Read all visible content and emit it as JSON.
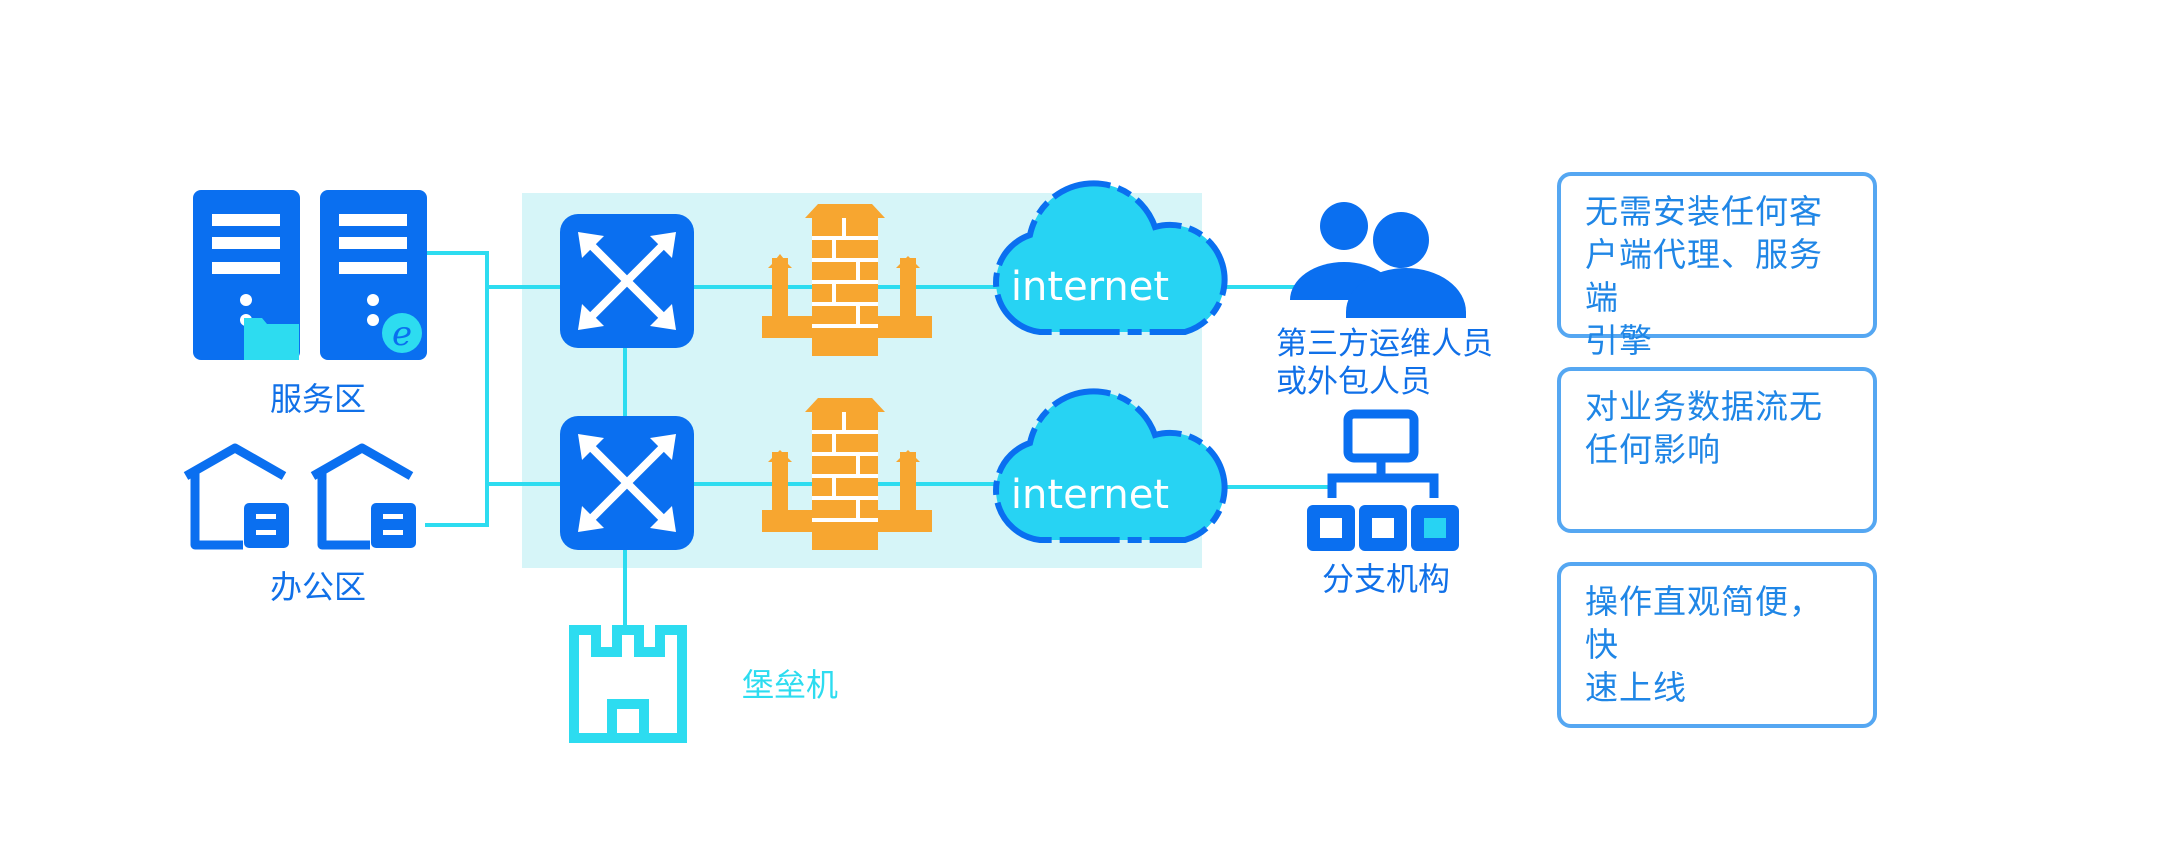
{
  "nodes": {
    "service_zone": "服务区",
    "office_zone": "办公区",
    "bastion": "堡垒机",
    "third_party": "第三方运维人员\n或外包人员",
    "branch": "分支机构",
    "internet_top": "internet",
    "internet_bottom": "internet"
  },
  "features": [
    "无需安装任何客\n户端代理、服务端\n引擎",
    "对业务数据流无\n任何影响",
    "操作直观简便，快\n速上线"
  ],
  "colors": {
    "primary_blue": "#0a6ff0",
    "cyan_line": "#2ddcf0",
    "highlight_bg": "#d6f5f8",
    "firewall_orange": "#f7a630",
    "cloud_fill": "#27d3f3",
    "feature_border": "#55a7f2"
  },
  "icons": [
    "server-folder-icon",
    "server-ie-icon",
    "office-house-icon",
    "switch-icon",
    "firewall-icon",
    "cloud-icon",
    "users-icon",
    "branch-org-icon",
    "bastion-castle-icon"
  ]
}
